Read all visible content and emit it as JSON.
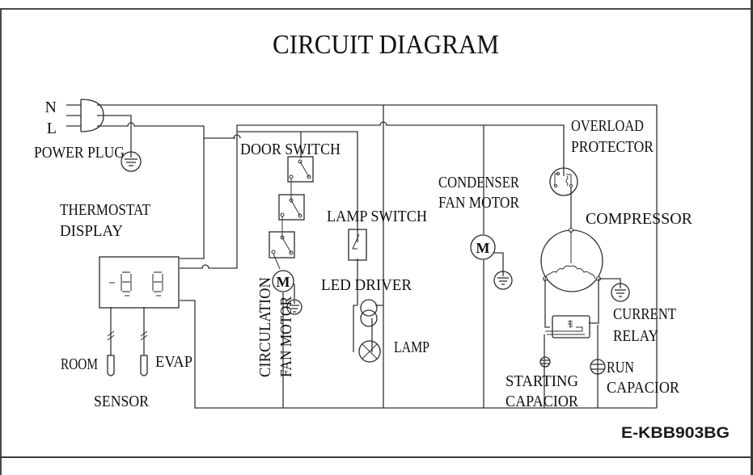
{
  "diagram": {
    "title": "CIRCUIT DIAGRAM",
    "model_number": "E-KBB903BG",
    "power_plug": {
      "label": "POWER PLUG",
      "terminal_n": "N",
      "terminal_l": "L"
    },
    "thermostat": {
      "label_line1": "THERMOSTAT",
      "label_line2": "DISPLAY",
      "display_text": "-88"
    },
    "sensors": {
      "room_label": "ROOM",
      "evap_label": "EVAP",
      "group_label": "SENSOR"
    },
    "door_switch": {
      "label": "DOOR SWITCH"
    },
    "circulation_fan": {
      "label_line1": "CIRCULATION",
      "label_line2": "FAN MOTOR",
      "motor_symbol": "M"
    },
    "lamp_switch": {
      "label": "LAMP SWITCH"
    },
    "led_driver": {
      "label": "LED DRIVER"
    },
    "lamp": {
      "label": "LAMP"
    },
    "condenser_fan": {
      "label_line1": "CONDENSER",
      "label_line2": "FAN MOTOR",
      "motor_symbol": "M"
    },
    "overload_protector": {
      "label_line1": "OVERLOAD",
      "label_line2": "PROTECTOR"
    },
    "compressor": {
      "label": "COMPRESSOR"
    },
    "current_relay": {
      "label_line1": "CURRENT",
      "label_line2": "RELAY"
    },
    "starting_capacitor": {
      "label_line1": "STARTING",
      "label_line2": "CAPACIOR"
    },
    "run_capacitor": {
      "label_line1": "RUN",
      "label_line2": "CAPACIOR"
    },
    "icons": {
      "ground": "ground-icon",
      "motor": "motor-icon",
      "switch": "switch-icon",
      "lamp": "lamp-icon",
      "capacitor": "capacitor-icon",
      "relay": "relay-icon",
      "overload": "overload-protector-icon",
      "plug": "power-plug-icon",
      "sensor": "temperature-sensor-icon"
    }
  }
}
